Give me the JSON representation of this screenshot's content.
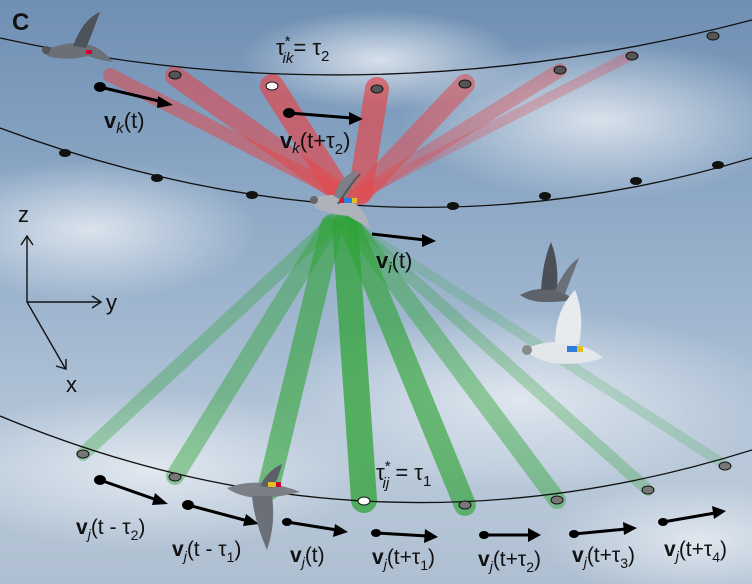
{
  "panel_label": "C",
  "axes": {
    "z": "z",
    "y": "y",
    "x": "x"
  },
  "annotations": {
    "tau_ik_sym": "τ",
    "tau_ik_sub": "ik",
    "tau_ik_sup": "*",
    "tau_ik_rhs": "= τ",
    "tau_ik_rhs_sub": "2",
    "tau_ij_sym": "τ",
    "tau_ij_sub": "ij",
    "tau_ij_sup": "*",
    "tau_ij_rhs": " = τ",
    "tau_ij_rhs_sub": "1"
  },
  "velocity_labels": {
    "vk_t": {
      "v": "v",
      "sub": "k",
      "arg": "(t)"
    },
    "vk_t2": {
      "v": "v",
      "sub": "k",
      "arg": "(t+τ",
      "argsub": "2",
      "close": ")"
    },
    "vi_t": {
      "v": "v",
      "sub": "i",
      "arg": "(t)"
    },
    "vj_m2": {
      "v": "v",
      "sub": "j",
      "arg": "(t - τ",
      "argsub": "2",
      "close": ")"
    },
    "vj_m1": {
      "v": "v",
      "sub": "j",
      "arg": "(t - τ",
      "argsub": "1",
      "close": ")"
    },
    "vj_t": {
      "v": "v",
      "sub": "j",
      "arg": "(t)"
    },
    "vj_p1": {
      "v": "v",
      "sub": "j",
      "arg": "(t+τ",
      "argsub": "1",
      "close": ")"
    },
    "vj_p2": {
      "v": "v",
      "sub": "j",
      "arg": "(t+τ",
      "argsub": "2",
      "close": ")"
    },
    "vj_p3": {
      "v": "v",
      "sub": "j",
      "arg": "(t+τ",
      "argsub": "3",
      "close": ")"
    },
    "vj_p4": {
      "v": "v",
      "sub": "j",
      "arg": "(t+τ",
      "argsub": "4",
      "close": ")"
    }
  },
  "colors": {
    "red_beam": "#e04a4f",
    "green_beam": "#2fa336",
    "curve": "#111111",
    "arrow": "#000000"
  }
}
